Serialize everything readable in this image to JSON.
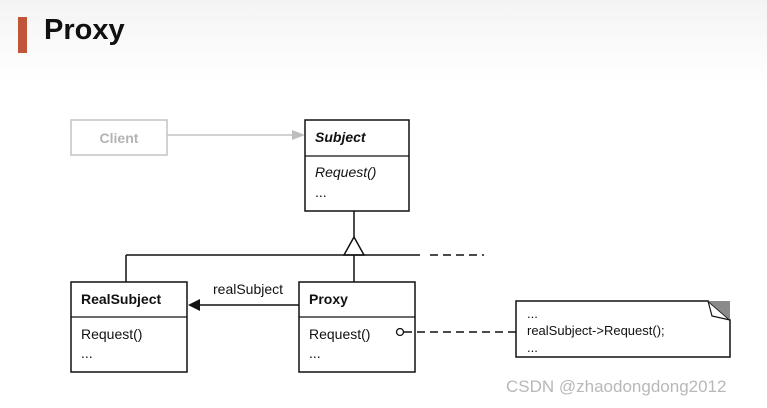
{
  "page": {
    "title": "Proxy",
    "accent_color": "#c0553a"
  },
  "diagram": {
    "client": {
      "name": "Client"
    },
    "subject": {
      "name": "Subject",
      "op": "Request()",
      "more": "..."
    },
    "real_subject": {
      "name": "RealSubject",
      "op": "Request()",
      "more": "..."
    },
    "proxy": {
      "name": "Proxy",
      "op": "Request()",
      "more": "..."
    },
    "association_label": "realSubject",
    "note": {
      "line1": "...",
      "line2": "realSubject->Request();",
      "line3": "..."
    }
  },
  "watermark": "CSDN @zhaodongdong2012"
}
